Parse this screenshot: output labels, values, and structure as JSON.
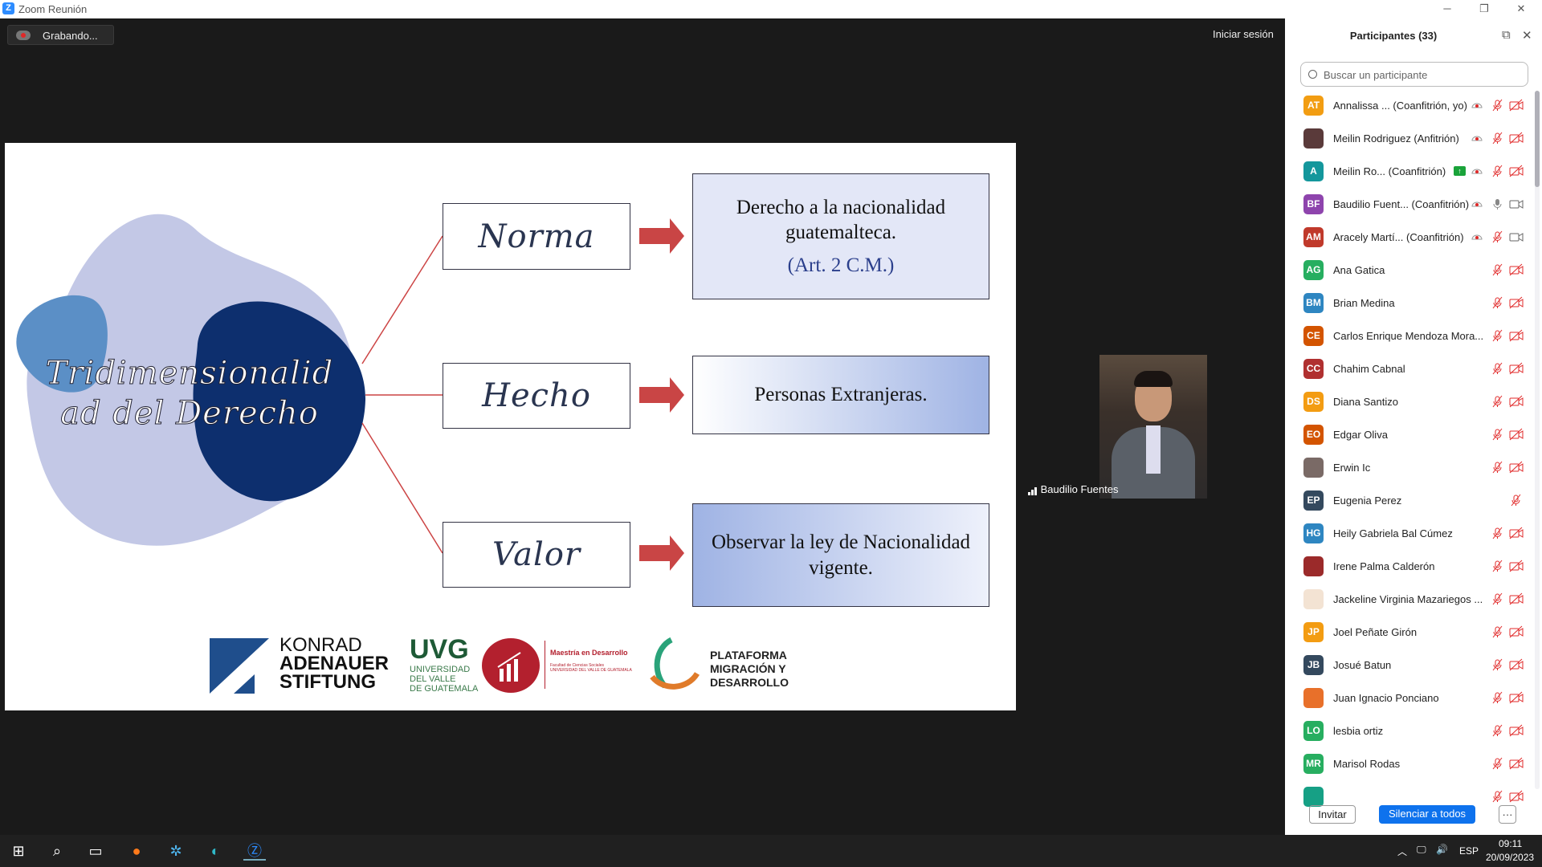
{
  "window": {
    "title": "Zoom Reunión",
    "recording": "Grabando...",
    "sign_in": "Iniciar sesión"
  },
  "slide": {
    "title": "Tridimensionalid ad del Derecho",
    "dimensions": [
      {
        "label": "Norma",
        "text": "Derecho a la nacionalidad guatemalteca.",
        "ref": "(Art. 2 C.M.)"
      },
      {
        "label": "Hecho",
        "text": "Personas Extranjeras.",
        "ref": ""
      },
      {
        "label": "Valor",
        "text": "Observar la ley de Nacionalidad vigente.",
        "ref": ""
      }
    ],
    "logos": {
      "kas": [
        "KONRAD",
        "ADENAUER",
        "STIFTUNG"
      ],
      "uvg": "UVG",
      "uvg_sub": [
        "UNIVERSIDAD",
        "DEL VALLE",
        "DE GUATEMALA"
      ],
      "maestria": "Maestría en Desarrollo",
      "maestria_sub": [
        "Facultad de Ciencias Sociales",
        "UNIVERSIDAD DEL VALLE DE GUATEMALA"
      ],
      "plataforma": [
        "PLATAFORMA",
        "MIGRACIÓN Y",
        "DESARROLLO"
      ]
    }
  },
  "video": {
    "name": "Baudilio Fuentes"
  },
  "participants": {
    "title": "Participantes (33)",
    "search_placeholder": "Buscar un participante",
    "list": [
      {
        "i": "AT",
        "c": "#f29d12",
        "n": "Annalissa ...  (Coanfitrión, yo)",
        "rec": true,
        "mic": "off",
        "vid": "off"
      },
      {
        "i": "",
        "c": "#5a3a3a",
        "n": "Meilin Rodriguez (Anfitrión)",
        "rec": true,
        "mic": "off",
        "vid": "off"
      },
      {
        "i": "A",
        "c": "#14979c",
        "n": "Meilin Ro...  (Coanfitrión)",
        "share": true,
        "rec": true,
        "mic": "off",
        "vid": "off"
      },
      {
        "i": "BF",
        "c": "#8e44ad",
        "n": "Baudilio Fuent...  (Coanfitrión)",
        "rec": true,
        "mic": "on",
        "vid": "on"
      },
      {
        "i": "AM",
        "c": "#c0392b",
        "n": "Aracely Martí...  (Coanfitrión)",
        "rec": true,
        "mic": "off",
        "vid": "on"
      },
      {
        "i": "AG",
        "c": "#27ae60",
        "n": "Ana Gatica",
        "mic": "off",
        "vid": "off"
      },
      {
        "i": "BM",
        "c": "#2e86c1",
        "n": "Brian Medina",
        "mic": "off",
        "vid": "off"
      },
      {
        "i": "CE",
        "c": "#d35400",
        "n": "Carlos Enrique Mendoza Mora...",
        "mic": "off",
        "vid": "off"
      },
      {
        "i": "CC",
        "c": "#b03030",
        "n": "Chahim Cabnal",
        "mic": "off",
        "vid": "off"
      },
      {
        "i": "DS",
        "c": "#f39c12",
        "n": "Diana Santizo",
        "mic": "off",
        "vid": "off"
      },
      {
        "i": "EO",
        "c": "#d35400",
        "n": "Edgar Oliva",
        "mic": "off",
        "vid": "off"
      },
      {
        "i": "",
        "c": "#7a6a66",
        "n": "Erwin Ic",
        "mic": "off",
        "vid": "off"
      },
      {
        "i": "EP",
        "c": "#34495e",
        "n": "Eugenia Perez",
        "mic": "off"
      },
      {
        "i": "HG",
        "c": "#2e86c1",
        "n": "Heily Gabriela Bal Cúmez",
        "mic": "off",
        "vid": "off"
      },
      {
        "i": "",
        "c": "#9b2a2a",
        "n": "Irene Palma Calderón",
        "mic": "off",
        "vid": "off"
      },
      {
        "i": "",
        "c": "#f3e3d3",
        "n": "Jackeline Virginia Mazariegos ...",
        "mic": "off",
        "vid": "off"
      },
      {
        "i": "JP",
        "c": "#f39c12",
        "n": "Joel Peñate Girón",
        "mic": "off",
        "vid": "off"
      },
      {
        "i": "JB",
        "c": "#34495e",
        "n": "Josué Batun",
        "mic": "off",
        "vid": "off"
      },
      {
        "i": "",
        "c": "#e8702a",
        "n": "Juan Ignacio Ponciano",
        "mic": "off",
        "vid": "off"
      },
      {
        "i": "LO",
        "c": "#27ae60",
        "n": "lesbia ortiz",
        "mic": "off",
        "vid": "off"
      },
      {
        "i": "MR",
        "c": "#27ae60",
        "n": "Marisol Rodas",
        "mic": "off",
        "vid": "off"
      },
      {
        "i": "",
        "c": "#16a085",
        "n": "",
        "mic": "off",
        "vid": "off"
      }
    ],
    "invite": "Invitar",
    "mute_all": "Silenciar a todos",
    "more": "···"
  },
  "taskbar": {
    "lang": "ESP",
    "time": "09:11",
    "date": "20/09/2023"
  }
}
